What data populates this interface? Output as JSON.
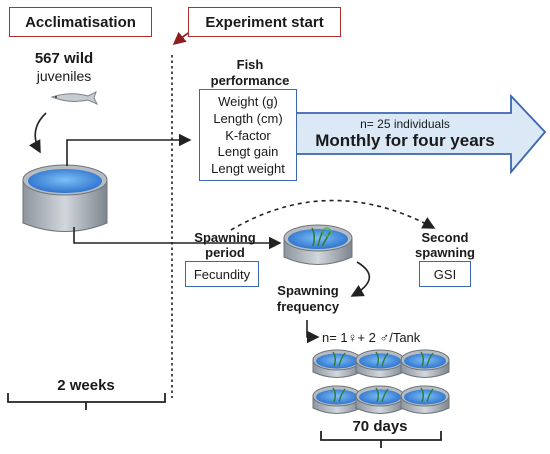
{
  "left_header": "Acclimatisation",
  "right_header": "Experiment start",
  "wild_count": "567 wild",
  "wild_label": "juveniles",
  "performance_title_1": "Fish",
  "performance_title_2": "performance",
  "measures": [
    "Weight (g)",
    "Length (cm)",
    "K-factor",
    "Lengt gain",
    "Lengt weight"
  ],
  "arrow_sample": "n= 25 individuals",
  "arrow_schedule": "Monthly for four years",
  "spawning_period_1": "Spawning",
  "spawning_period_2": "period",
  "fecundity": "Fecundity",
  "second_spawning_1": "Second",
  "second_spawning_2": "spawning",
  "gsi": "GSI",
  "spawning_frequency_1": "Spawning",
  "spawning_frequency_2": "frequency",
  "tank_ratio": "n= 1♀+ 2 ♂/Tank",
  "acclimatisation_duration": "2 weeks",
  "spawning_duration": "70 days",
  "colors": {
    "header_border": "#b03030",
    "box_border": "#3b66b0",
    "arrow_fill": "#dbe8f5",
    "arrow_stroke": "#3b66b0",
    "water": "#3f88dc"
  }
}
